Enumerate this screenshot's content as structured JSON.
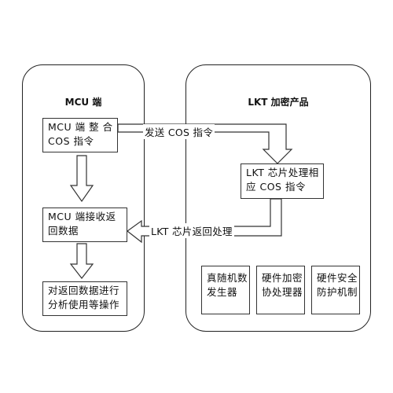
{
  "left_panel": {
    "title": "MCU 端",
    "box_integrate": [
      "MCU 端 整 合",
      "COS 指令"
    ],
    "box_receive": [
      "MCU 端接收返",
      "回数据"
    ],
    "box_operate": [
      "对返回数据进行",
      "分析使用等操作"
    ]
  },
  "right_panel": {
    "title": "LKT 加密产品",
    "box_process": [
      "LKT 芯片处理相",
      "应 COS 指令"
    ],
    "box_rng": [
      "真随机数",
      "发生器"
    ],
    "box_crypto": [
      "硬件加密",
      "协处理器"
    ],
    "box_security": [
      "硬件安全",
      "防护机制"
    ]
  },
  "arrows": {
    "send_label": "发送 COS 指令",
    "return_label": "LKT 芯片返回处理"
  }
}
